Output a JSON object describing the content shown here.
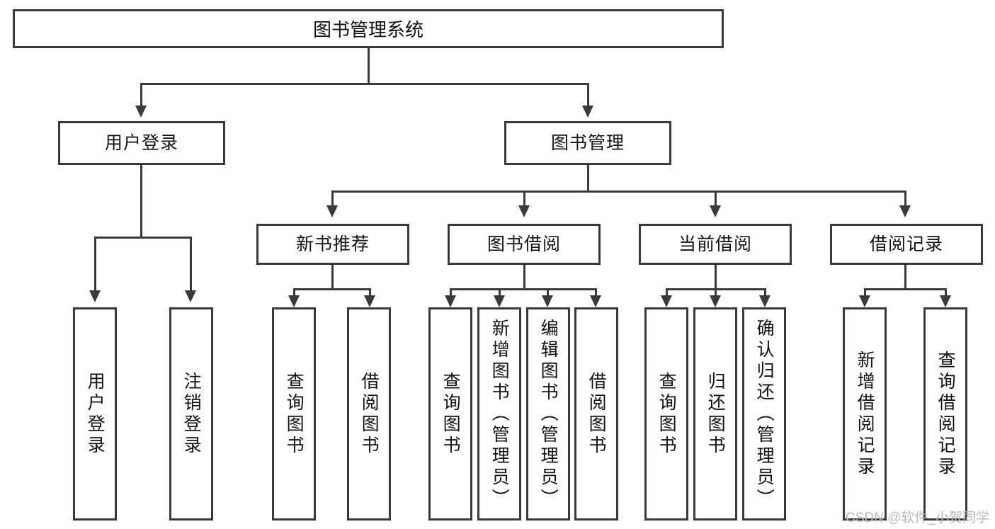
{
  "diagram": {
    "title": "图书管理系统",
    "type": "tree-hierarchy-diagram",
    "root": {
      "label": "图书管理系统"
    },
    "level2": [
      {
        "label": "用户登录"
      },
      {
        "label": "图书管理"
      }
    ],
    "level3": [
      {
        "label": "新书推荐"
      },
      {
        "label": "图书借阅"
      },
      {
        "label": "当前借阅"
      },
      {
        "label": "借阅记录"
      }
    ],
    "leaves": {
      "user_login": [
        {
          "label": "用户登录"
        },
        {
          "label": "注销登录"
        }
      ],
      "new_book_recommend": [
        {
          "label": "查询图书"
        },
        {
          "label": "借阅图书"
        }
      ],
      "book_borrow": [
        {
          "label": "查询图书"
        },
        {
          "label": "新增图书（管理员）"
        },
        {
          "label": "编辑图书（管理员）"
        },
        {
          "label": "借阅图书"
        }
      ],
      "current_borrow": [
        {
          "label": "查询图书"
        },
        {
          "label": "归还图书"
        },
        {
          "label": "确认归还（管理员）"
        }
      ],
      "borrow_record": [
        {
          "label": "新增借阅记录"
        },
        {
          "label": "查询借阅记录"
        }
      ]
    }
  },
  "watermark": {
    "text": "CSDN @软件_小贺同学"
  },
  "colors": {
    "stroke": "#3a3a3a",
    "background": "#ffffff",
    "text": "#111111",
    "watermark": "#b9b9b9"
  }
}
